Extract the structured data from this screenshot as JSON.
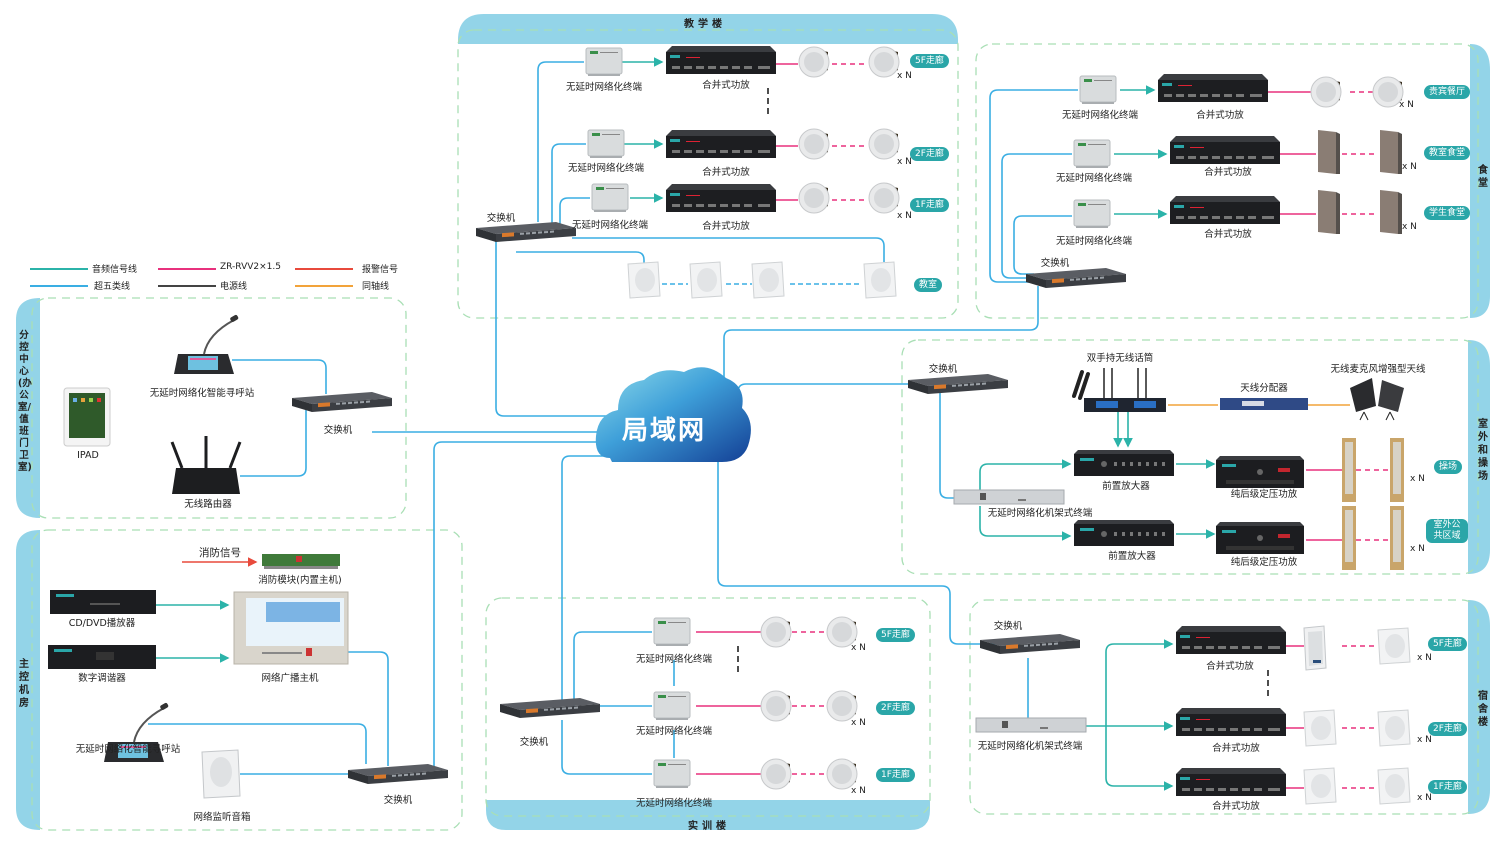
{
  "colors": {
    "audio_signal": "#2bb3a9",
    "cat5": "#3aaee3",
    "zr_rvv": "#e8317d",
    "power": "#444444",
    "alarm": "#e84a3c",
    "coax": "#f2a33a",
    "zone_band": "#93d4e8",
    "zone_dash": "#a9dfb5",
    "tag_bg": "#2aa6a8"
  },
  "legend": [
    {
      "label": "音频信号线",
      "color_key": "audio_signal"
    },
    {
      "label": "ZR-RVV2×1.5",
      "color_key": "zr_rvv"
    },
    {
      "label": "报警信号",
      "color_key": "alarm"
    },
    {
      "label": "超五类线",
      "color_key": "cat5"
    },
    {
      "label": "电源线",
      "color_key": "power"
    },
    {
      "label": "同轴线",
      "color_key": "coax"
    }
  ],
  "center": {
    "label": "局域网"
  },
  "zones": {
    "teaching": {
      "title": "教学楼",
      "switch_label": "交换机",
      "rows": [
        {
          "terminal": "无延时网络化终端",
          "amp": "合并式功放",
          "tag": "5F走廊",
          "count": "x N"
        },
        {
          "terminal": "无延时网络化终端",
          "amp": "合并式功放",
          "tag": "2F走廊",
          "count": "x N"
        },
        {
          "terminal": "无延时网络化终端",
          "amp": "合并式功放",
          "tag": "1F走廊",
          "count": "x N"
        }
      ],
      "classroom_tag": "教室"
    },
    "canteen": {
      "title": "食堂",
      "switch_label": "交换机",
      "rows": [
        {
          "terminal": "无延时网络化终端",
          "amp": "合并式功放",
          "tag": "贵宾餐厅",
          "count": "x N"
        },
        {
          "terminal": "无延时网络化终端",
          "amp": "合并式功放",
          "tag": "教室食堂",
          "count": "x N"
        },
        {
          "terminal": "无延时网络化终端",
          "amp": "合并式功放",
          "tag": "学生食堂",
          "count": "x N"
        }
      ]
    },
    "outdoor": {
      "title": "室外和操场",
      "switch_label": "交换机",
      "mic_label": "双手持无线话筒",
      "splitter_label": "天线分配器",
      "antenna_label": "无线麦克风增强型天线",
      "rack_terminal_label": "无延时网络化机架式终端",
      "rows": [
        {
          "preamp": "前置放大器",
          "amp": "纯后级定压功放",
          "tag": "操场",
          "count": "x N"
        },
        {
          "preamp": "前置放大器",
          "amp": "纯后级定压功放",
          "tag": "室外公共区域",
          "count": "x N"
        }
      ]
    },
    "dorm": {
      "title": "宿舍楼",
      "switch_label": "交换机",
      "rack_terminal_label": "无延时网络化机架式终端",
      "rows": [
        {
          "amp": "合并式功放",
          "tag": "5F走廊",
          "count": "x N"
        },
        {
          "amp": "合并式功放",
          "tag": "2F走廊",
          "count": "x N"
        },
        {
          "amp": "合并式功放",
          "tag": "1F走廊",
          "count": "x N"
        }
      ]
    },
    "training": {
      "title": "实训楼",
      "switch_label": "交换机",
      "rows": [
        {
          "terminal": "无延时网络化终端",
          "tag": "5F走廊",
          "count": "x N"
        },
        {
          "terminal": "无延时网络化终端",
          "tag": "2F走廊",
          "count": "x N"
        },
        {
          "terminal": "无延时网络化终端",
          "tag": "1F走廊",
          "count": "x N"
        }
      ]
    },
    "sub_control": {
      "title": "分控中心(办公室/值班门卫室)",
      "paging_label": "无延时网络化智能寻呼站",
      "ipad_label": "IPAD",
      "router_label": "无线路由器",
      "switch_label": "交换机"
    },
    "main_control": {
      "title": "主控机房",
      "fire_signal_label": "消防信号",
      "fire_module_label": "消防模块(内置主机)",
      "cd_label": "CD/DVD播放器",
      "tuner_label": "数字调谐器",
      "host_label": "网络广播主机",
      "paging_label": "无延时网络化智能寻呼站",
      "monitor_label": "网络监听音箱",
      "switch_label": "交换机"
    }
  }
}
